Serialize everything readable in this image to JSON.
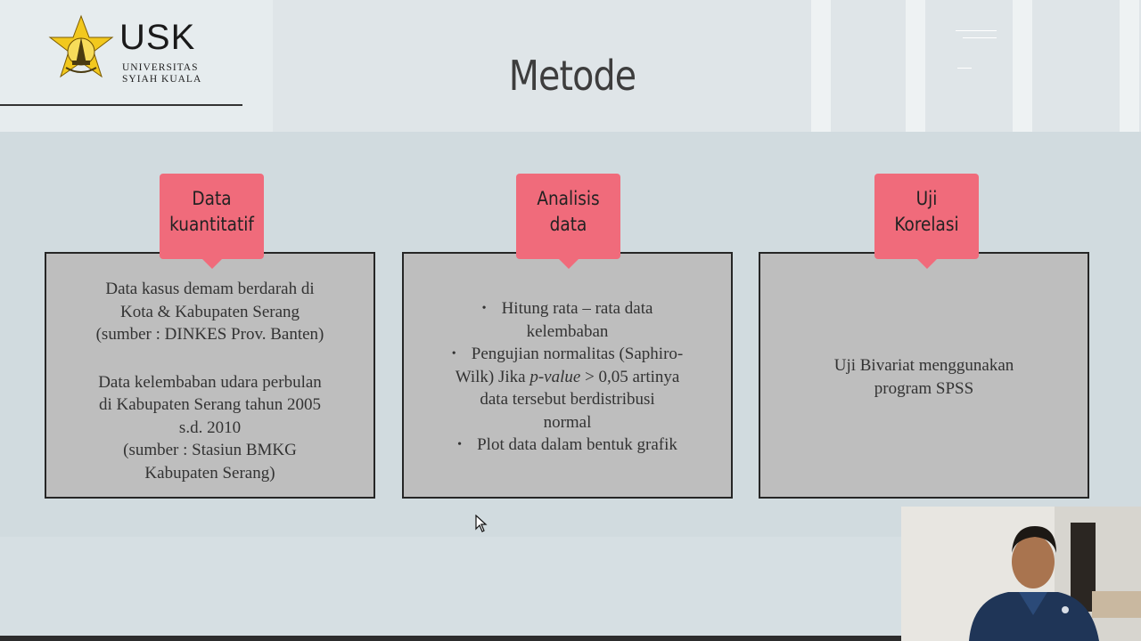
{
  "logo": {
    "acronym": "USK",
    "line1": "UNIVERSITAS",
    "line2": "SYIAH KUALA",
    "emblem_color": "#f2c81e"
  },
  "slide": {
    "title": "Metode",
    "accent_color": "#f06b7b"
  },
  "sections": [
    {
      "tag_line1": "Data",
      "tag_line2": "kuantitatif",
      "paragraphs": [
        "Data kasus demam berdarah di",
        "Kota & Kabupaten Serang",
        "(sumber : DINKES Prov. Banten)",
        "",
        "Data kelembaban udara perbulan",
        "di Kabupaten Serang tahun 2005",
        "s.d. 2010",
        "(sumber : Stasiun BMKG",
        "Kabupaten Serang)"
      ]
    },
    {
      "tag_line1": "Analisis",
      "tag_line2": "data",
      "bullets": [
        {
          "lines": [
            "Hitung rata – rata data",
            "kelembaban"
          ]
        },
        {
          "lines": [
            "Pengujian normalitas (Saphiro-",
            "Wilk) Jika",
            "p-value",
            "> 0,05 artinya",
            "data tersebut berdistribusi",
            "normal"
          ]
        },
        {
          "lines": [
            "Plot data dalam bentuk grafik"
          ]
        }
      ]
    },
    {
      "tag_line1": "Uji",
      "tag_line2": "Korelasi",
      "paragraphs": [
        "Uji Bivariat menggunakan",
        "program SPSS"
      ]
    }
  ]
}
